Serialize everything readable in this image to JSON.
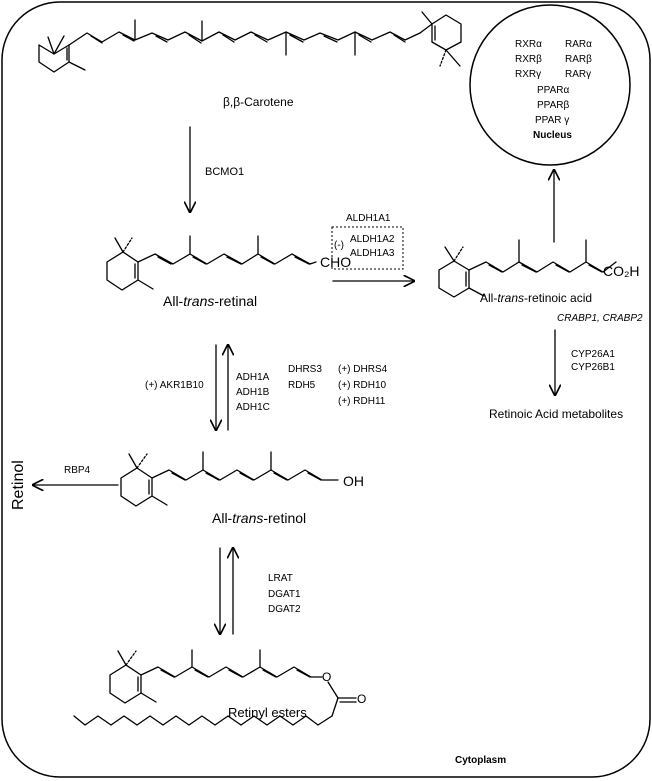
{
  "compartment_label": "Cytoplasm",
  "nucleus": {
    "label": "Nucleus",
    "receptors_left": [
      "RXRα",
      "RXRβ",
      "RXRγ"
    ],
    "receptors_right": [
      "RARα",
      "RARβ",
      "RARγ"
    ],
    "ppar": [
      "PPARα",
      "PPARβ",
      "PPAR γ"
    ]
  },
  "molecules": {
    "carotene": "β,β-Carotene",
    "retinal_prefix": "All-",
    "retinal_italic": "trans",
    "retinal_suffix": "-retinal",
    "retinal_group": "CHO",
    "retinoic_prefix": "All-",
    "retinoic_italic": "trans",
    "retinoic_suffix": "-retinoic acid",
    "retinoic_group": "CO₂H",
    "retinol_prefix": "All-",
    "retinol_italic": "trans",
    "retinol_suffix": "-retinol",
    "retinol_group": "OH",
    "esters": "Retinyl esters",
    "ester_o": "O",
    "ester_o2": "O",
    "metabolites": "Retinoic Acid metabolites",
    "retinol_side": "Retinol"
  },
  "enzymes": {
    "bcmo1": "BCMO1",
    "aldh1a1": "ALDH1A1",
    "aldh_inhibit_sign": "(-)",
    "aldh1a2": "ALDH1A2",
    "aldh1a3": "ALDH1A3",
    "crabp": "CRABP1, CRABP2",
    "cyp26a1": "CYP26A1",
    "cyp26b1": "CYP26B1",
    "akr1b10": "(+) AKR1B10",
    "adh1a": "ADH1A",
    "adh1b": "ADH1B",
    "adh1c": "ADH1C",
    "dhrs3": "DHRS3",
    "rdh5": "RDH5",
    "dhrs4": "(+) DHRS4",
    "rdh10": "(+) RDH10",
    "rdh11": "(+) RDH11",
    "rbp4": "RBP4",
    "lrat": "LRAT",
    "dgat1": "DGAT1",
    "dgat2": "DGAT2"
  }
}
